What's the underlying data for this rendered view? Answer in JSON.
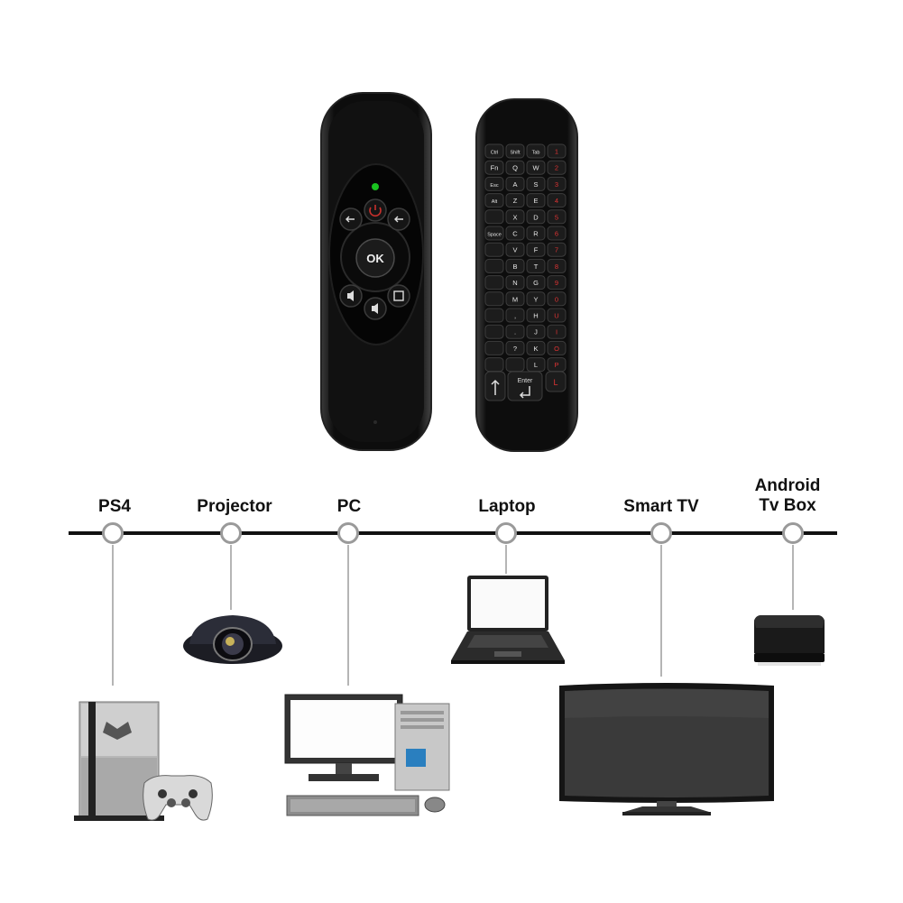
{
  "remote_front": {
    "ok_label": "OK"
  },
  "remote_keyboard": {
    "keys": [
      [
        "Ctrl",
        "Shift",
        "Tab",
        "1"
      ],
      [
        "Fn",
        "Q",
        "W",
        "2"
      ],
      [
        "Esc",
        "A",
        "S",
        "3"
      ],
      [
        "Alt",
        "Z",
        "E",
        "4"
      ],
      [
        "",
        "X",
        "D",
        "5"
      ],
      [
        "Space",
        "C",
        "R",
        "6"
      ],
      [
        "",
        "V",
        "F",
        "7"
      ],
      [
        "",
        "B",
        "T",
        "8"
      ],
      [
        "",
        "N",
        "G",
        "9"
      ],
      [
        "",
        "M",
        "Y",
        "0"
      ],
      [
        "",
        ",",
        "H",
        "U"
      ],
      [
        "",
        ".",
        "J",
        "I"
      ],
      [
        "",
        "?",
        "K",
        "O"
      ],
      [
        "",
        "",
        "L",
        "P"
      ]
    ],
    "enter_label": "Enter"
  },
  "devices": [
    {
      "id": "ps4",
      "label": "PS4"
    },
    {
      "id": "projector",
      "label": "Projector"
    },
    {
      "id": "pc",
      "label": "PC"
    },
    {
      "id": "laptop",
      "label": "Laptop"
    },
    {
      "id": "smart-tv",
      "label": "Smart TV"
    },
    {
      "id": "android-box",
      "label_line1": "Android",
      "label_line2": "Tv Box"
    }
  ]
}
